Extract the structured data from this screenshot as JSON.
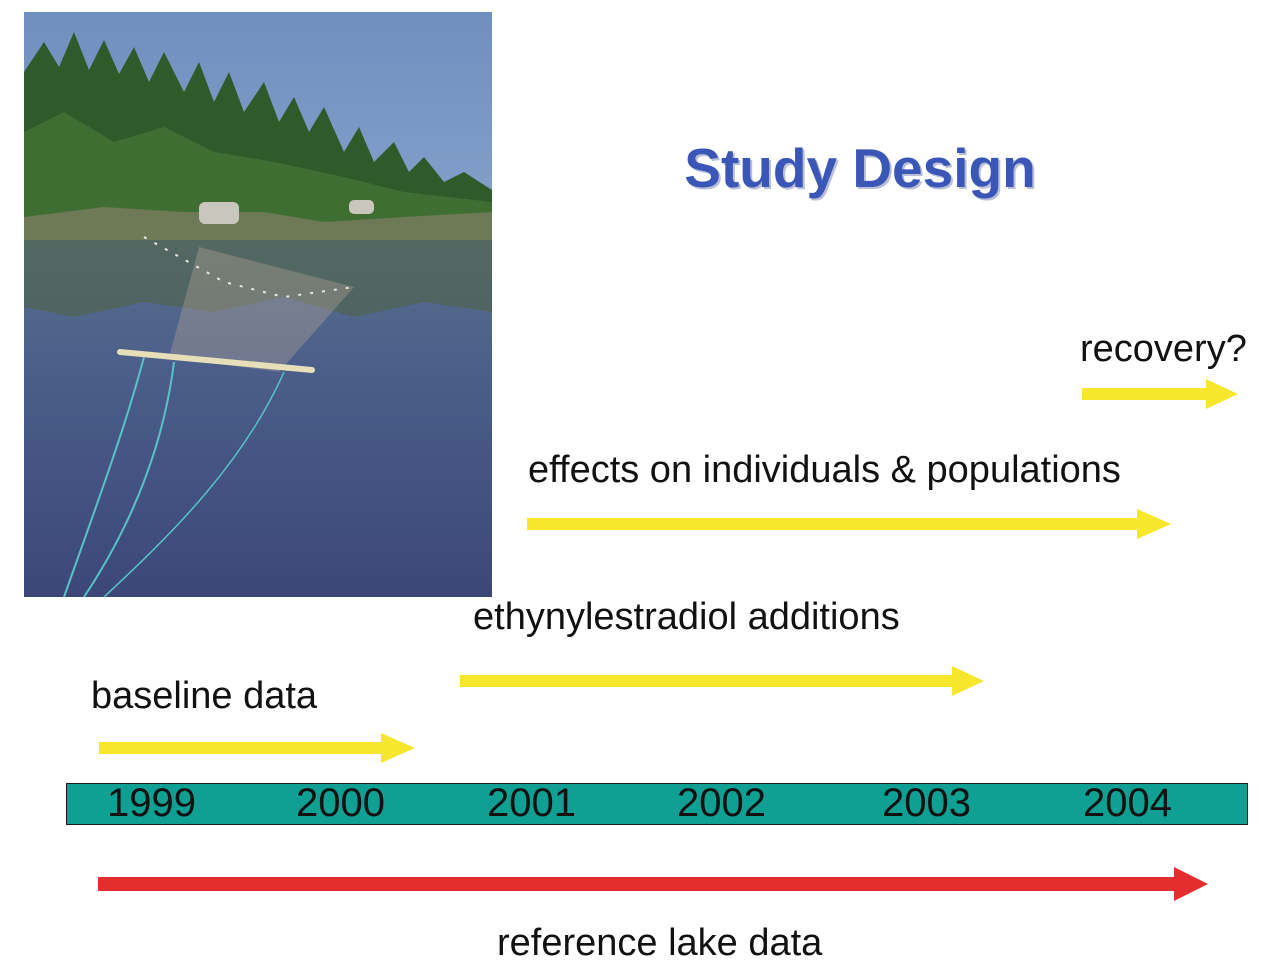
{
  "title": "Study Design",
  "photo": {
    "subject": "lake with fishing net"
  },
  "labels": {
    "recovery": "recovery?",
    "effects": "effects on individuals & populations",
    "additions": "ethynylestradiol additions",
    "baseline": "baseline data",
    "reference": "reference lake data"
  },
  "years": [
    "1999",
    "2000",
    "2001",
    "2002",
    "2003",
    "2004"
  ],
  "colors": {
    "title": "#3a56b6",
    "phase_arrow": "#f6e62c",
    "reference_arrow": "#e42d2d",
    "timeline": "#0f9f93"
  }
}
